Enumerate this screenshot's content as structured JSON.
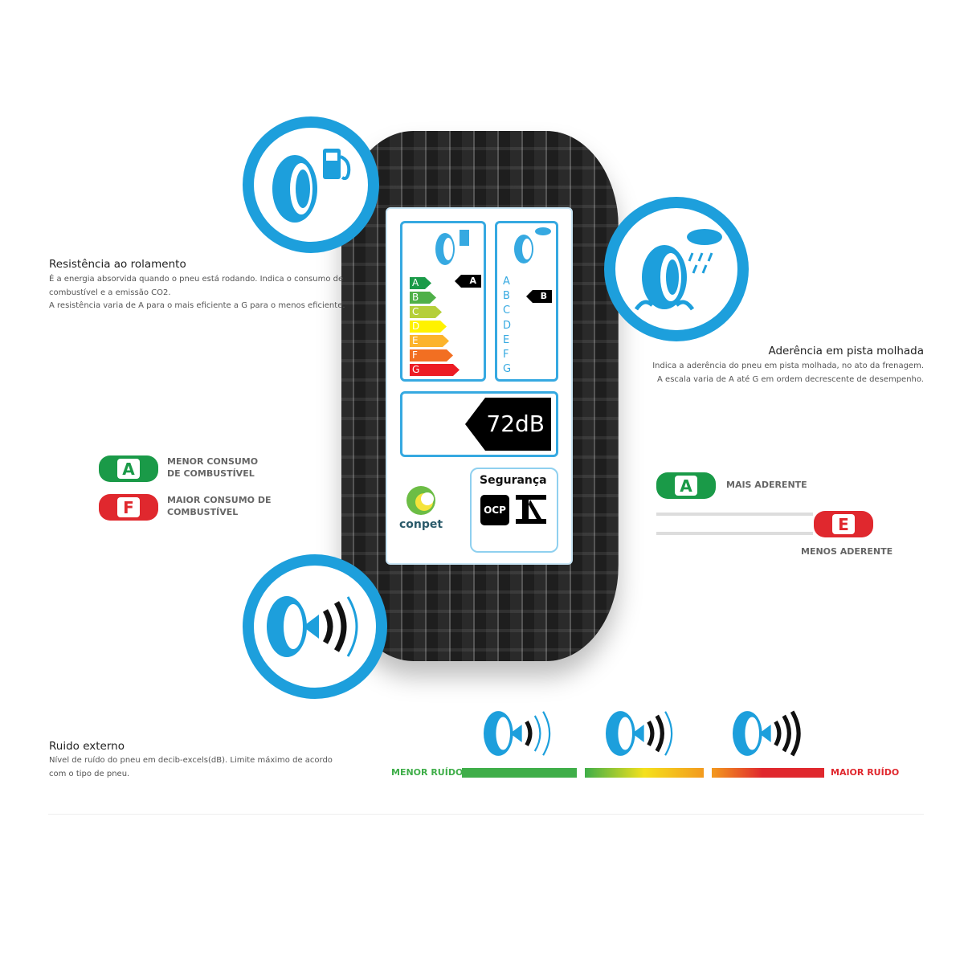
{
  "rolling": {
    "title": "Resistência ao rolamento",
    "desc1": "É a energia absorvida quando o pneu está rodando. Indica o consumo de combustível e a emissão CO2.",
    "desc2": "A resistência varia de A para o mais eficiente a G para o menos eficiente."
  },
  "wet": {
    "title": "Aderência em pista molhada",
    "desc1": "Indica a aderência do pneu em pista molhada, no ato da frenagem.",
    "desc2": "A escala varia de A até G em ordem decrescente de desempenho."
  },
  "noise": {
    "title": "Ruido externo",
    "desc": "Nível de ruído do pneu em decib-excels(dB). Limite máximo de acordo com o tipo de pneu.",
    "low": "MENOR RUÍDO",
    "high": "MAIOR RUÍDO"
  },
  "label": {
    "fuel_grades": [
      "A",
      "B",
      "C",
      "D",
      "E",
      "F",
      "G"
    ],
    "fuel_colors": [
      "#1a9a48",
      "#4fb048",
      "#b5cf3a",
      "#fff200",
      "#fcb42c",
      "#f26f22",
      "#ed1c24"
    ],
    "fuel_rating": "A",
    "wet_grades": [
      "A",
      "B",
      "C",
      "D",
      "E",
      "F",
      "G"
    ],
    "wet_rating": "B",
    "noise_value": "72dB",
    "brand": "conpet",
    "safety": "Segurança",
    "ocp": "OCP"
  },
  "legend_fuel": {
    "best_grade": "A",
    "best_text": "MENOR CONSUMO DE COMBUSTÍVEL",
    "worst_grade": "F",
    "worst_text": "MAIOR CONSUMO DE COMBUSTÍVEL"
  },
  "legend_wet": {
    "best_grade": "A",
    "best_text": "MAIS ADERENTE",
    "worst_grade": "E",
    "worst_text": "MENOS ADERENTE"
  },
  "colors": {
    "accent": "#1d9fdc",
    "green": "#1a9a48",
    "red": "#e0282e"
  }
}
